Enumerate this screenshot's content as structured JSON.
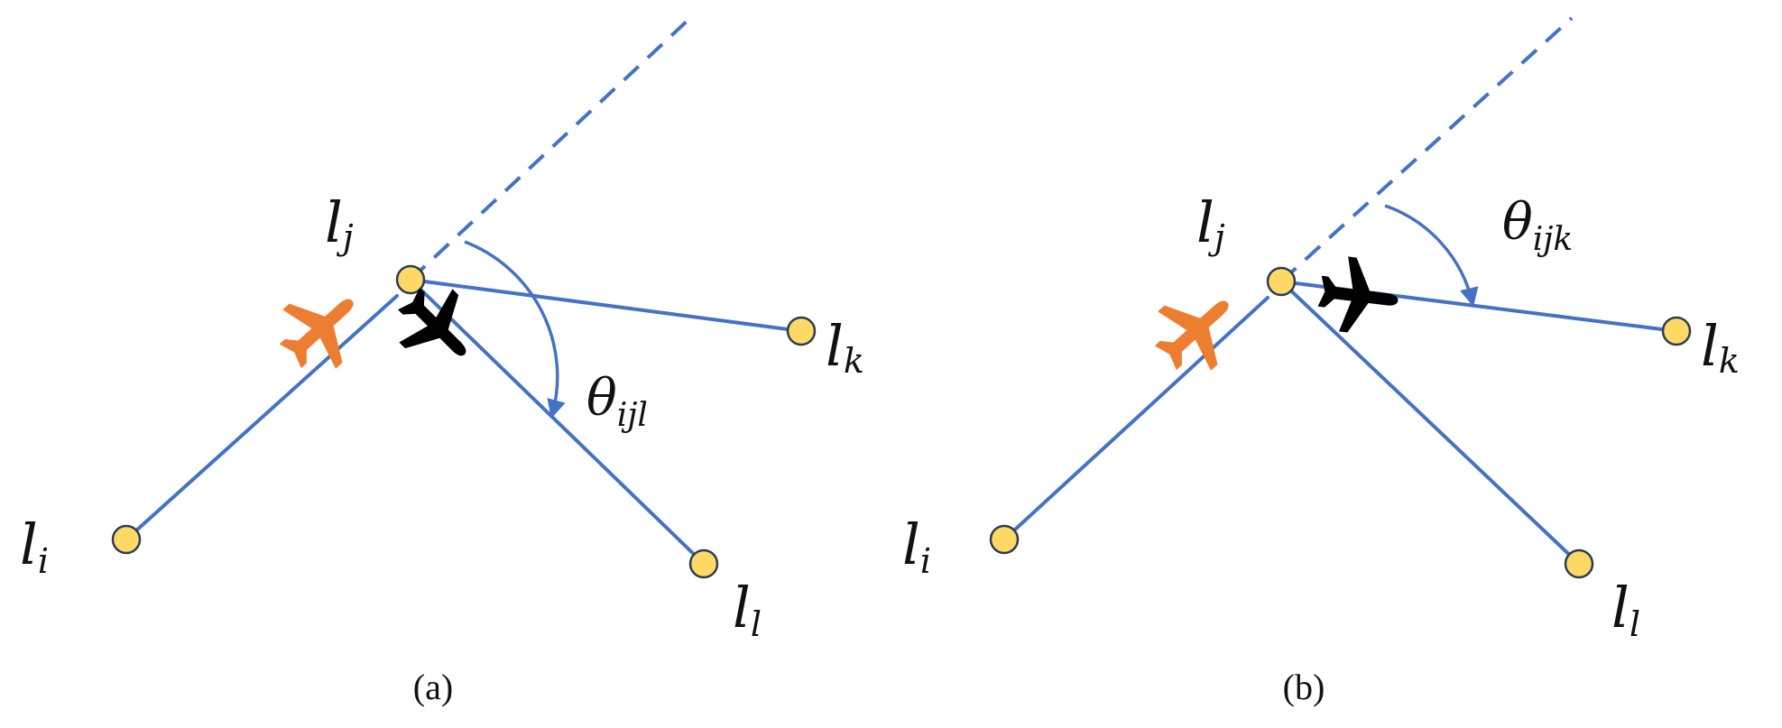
{
  "panels": [
    {
      "caption": "(a)",
      "labels": {
        "i": {
          "base": "l",
          "sub": "i"
        },
        "j": {
          "base": "l",
          "sub": "j"
        },
        "k": {
          "base": "l",
          "sub": "k"
        },
        "l": {
          "base": "l",
          "sub": "l"
        }
      },
      "angle": {
        "symbol": "θ",
        "sub": "ijl"
      }
    },
    {
      "caption": "(b)",
      "labels": {
        "i": {
          "base": "l",
          "sub": "i"
        },
        "j": {
          "base": "l",
          "sub": "j"
        },
        "k": {
          "base": "l",
          "sub": "k"
        },
        "l": {
          "base": "l",
          "sub": "l"
        }
      },
      "angle": {
        "symbol": "θ",
        "sub": "ijk"
      }
    }
  ],
  "colors": {
    "edge": "#4472C4",
    "node_fill": "#FFD966",
    "current_aircraft": "#ED7D31",
    "next_aircraft": "#000000"
  },
  "icons": [
    "airplane-icon-orange",
    "airplane-icon-black"
  ]
}
